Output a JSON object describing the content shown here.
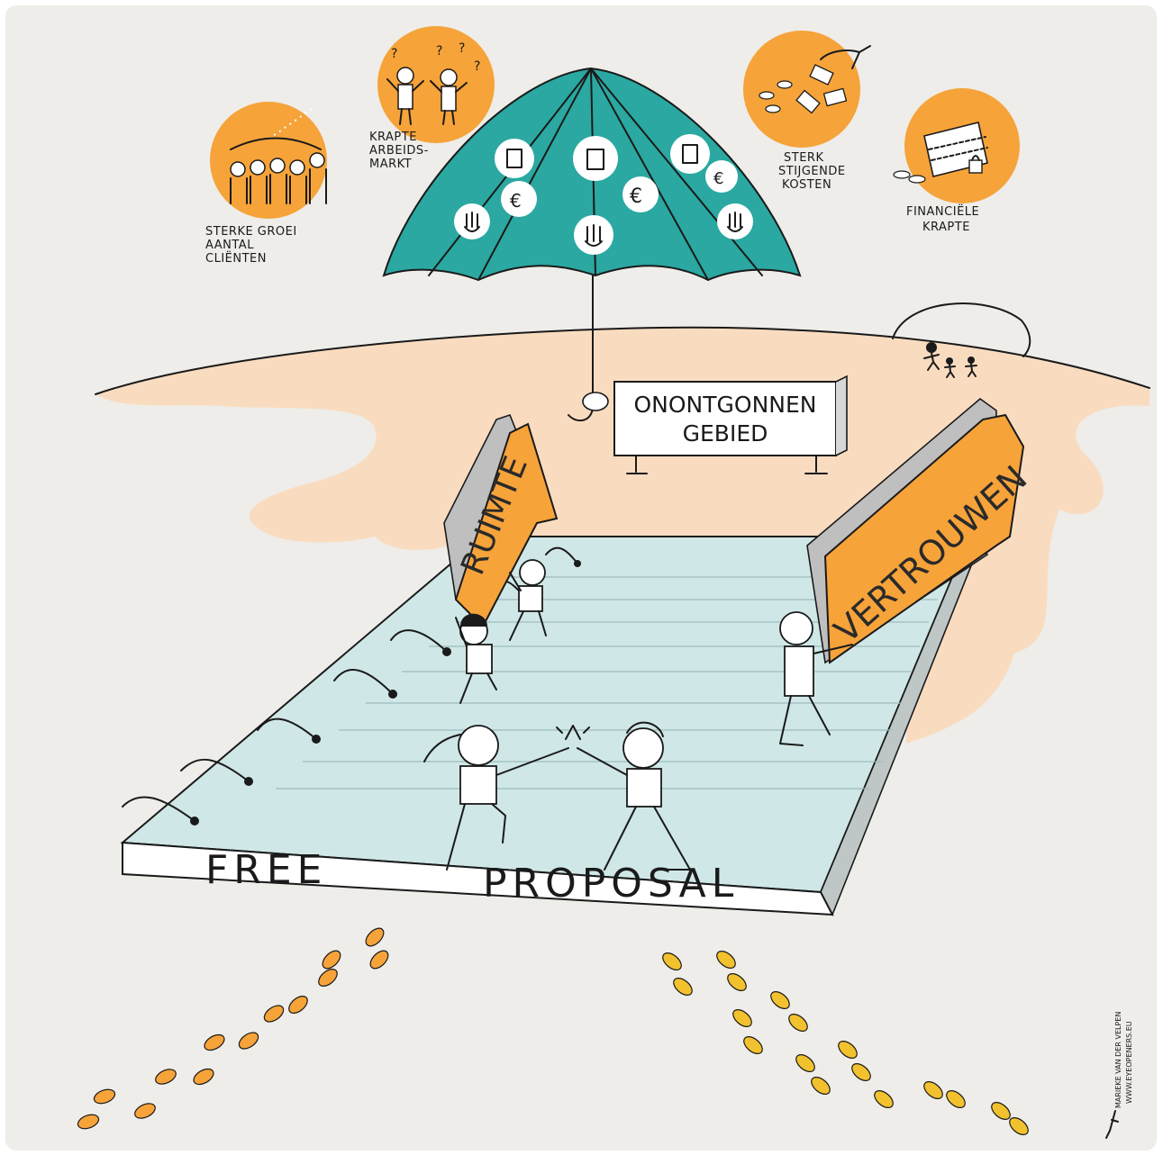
{
  "illustration": {
    "issues": [
      {
        "label_lines": [
          "STERKE GROEI",
          "AANTAL",
          "CLIËNTEN"
        ],
        "icon": "crowd-icon"
      },
      {
        "label_lines": [
          "KRAPTE",
          "ARBEIDS-",
          "MARKT"
        ],
        "icon": "confused-people-icon"
      },
      {
        "label_lines": [
          "STERK",
          "STIJGENDE",
          "KOSTEN"
        ],
        "icon": "money-hand-icon"
      },
      {
        "label_lines": [
          "FINANCIËLE",
          "KRAPTE"
        ],
        "icon": "chained-wallet-icon"
      }
    ],
    "sign_lines": [
      "ONONTGONNEN",
      "GEBIED"
    ],
    "arrow_left": "RUIMTE",
    "arrow_right": "VERTROUWEN",
    "platform_words": [
      "FREE",
      "PROPOSAL"
    ],
    "credit_lines": [
      "MARIEKE VAN DER VELPEN",
      "WWW.EYEOPENERS.EU"
    ],
    "colors": {
      "background": "#eeede9",
      "orange": "#f6a33a",
      "umbrella": "#2aa8a1",
      "sand": "#f9dcc0",
      "platform": "#cfe7e7",
      "footprint_yellow": "#f2c12e"
    }
  }
}
